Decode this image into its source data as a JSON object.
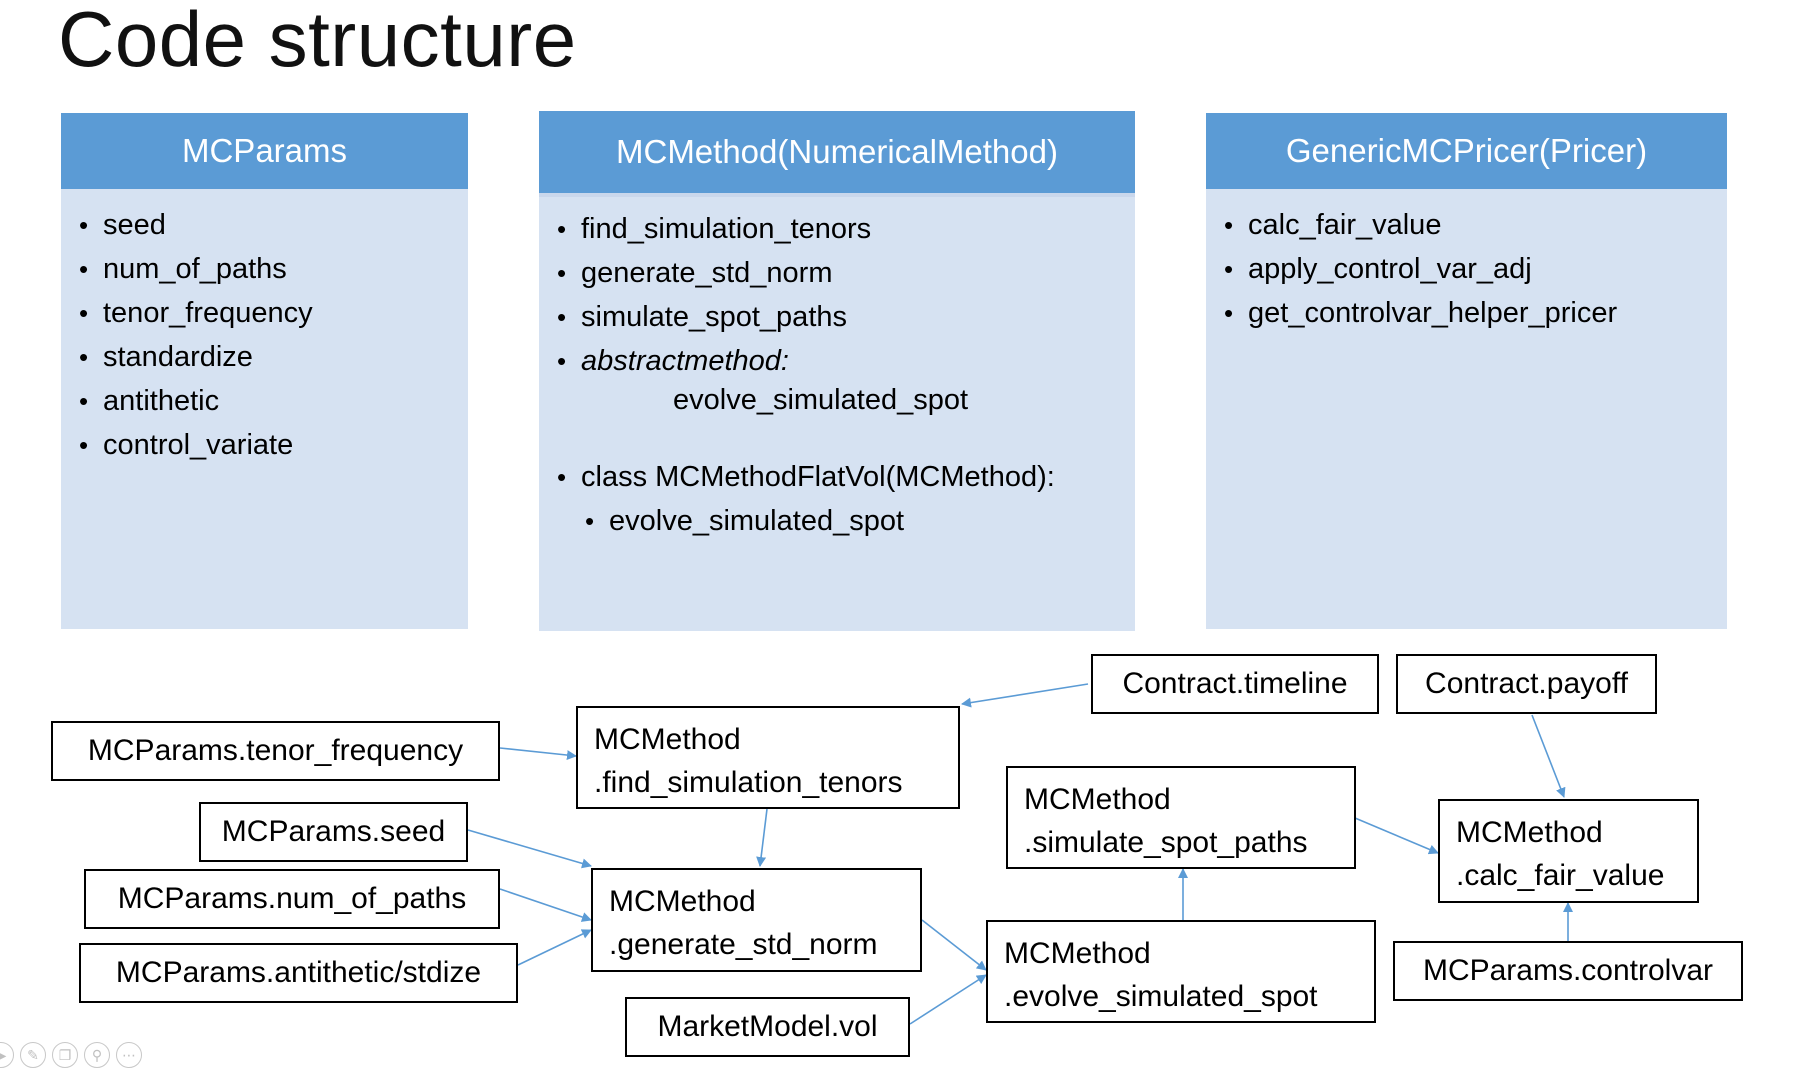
{
  "title": "Code structure",
  "cards": {
    "mcparams": {
      "header": "MCParams",
      "items": [
        "seed",
        "num_of_paths",
        "tenor_frequency",
        "standardize",
        "antithetic",
        "control_variate"
      ]
    },
    "mcmethod": {
      "header": "MCMethod(NumericalMethod)",
      "items": [
        "find_simulation_tenors",
        "generate_std_norm",
        "simulate_spot_paths"
      ],
      "abstract_label": "abstractmethod:",
      "abstract_item": "evolve_simulated_spot",
      "subclass": "class MCMethodFlatVol(MCMethod):",
      "subclass_item": "evolve_simulated_spot"
    },
    "pricer": {
      "header": "GenericMCPricer(Pricer)",
      "items": [
        "calc_fair_value",
        "apply_control_var_adj",
        "get_controlvar_helper_pricer"
      ]
    }
  },
  "flow": {
    "contract_timeline": "Contract.timeline",
    "contract_payoff": "Contract.payoff",
    "tenor_frequency": "MCParams.tenor_frequency",
    "find_tenors": [
      "MCMethod",
      ".find_simulation_tenors"
    ],
    "simulate_paths": [
      "MCMethod",
      ".simulate_spot_paths"
    ],
    "calc_fair_value": [
      "MCMethod",
      ".calc_fair_value"
    ],
    "seed": "MCParams.seed",
    "num_of_paths": "MCParams.num_of_paths",
    "antithetic": "MCParams.antithetic/stdize",
    "generate_norm": [
      "MCMethod",
      ".generate_std_norm"
    ],
    "evolve_spot": [
      "MCMethod",
      ".evolve_simulated_spot"
    ],
    "controlvar": "MCParams.controlvar",
    "market_vol": "MarketModel.vol"
  },
  "colors": {
    "header": "#5b9bd5",
    "card_body": "#d6e2f2",
    "arrow": "#5b9bd5"
  },
  "toolbar_icons": [
    "slide-icon",
    "pen-icon",
    "copy-icon",
    "zoom-icon",
    "more-icon"
  ]
}
